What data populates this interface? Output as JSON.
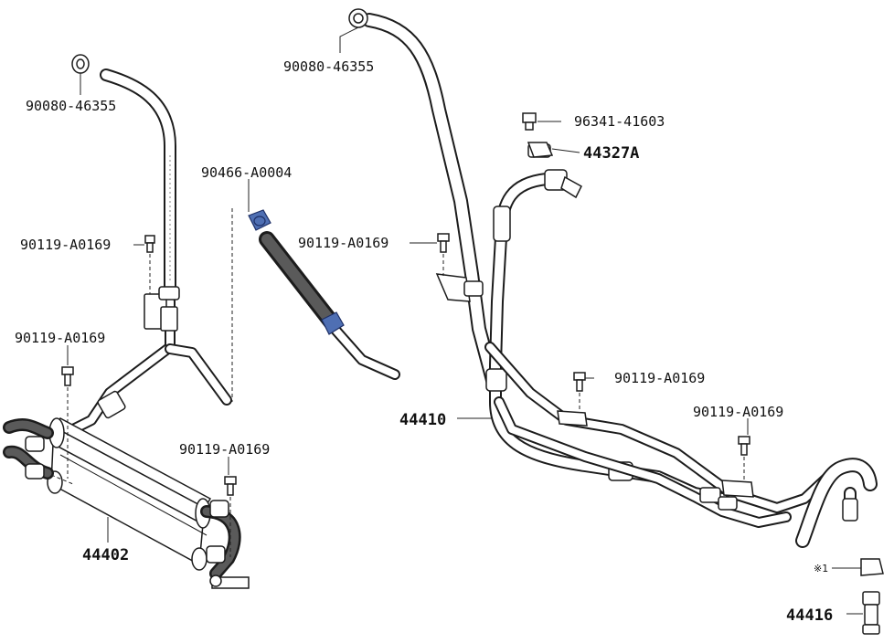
{
  "callouts": {
    "clamp_left": "90080-46355",
    "clamp_top": "90080-46355",
    "clip": "90466-A0004",
    "bolt_left_upper": "90119-A0169",
    "bolt_left_lower": "90119-A0169",
    "bolt_cooler": "90119-A0169",
    "bolt_center": "90119-A0169",
    "bolt_right_1": "90119-A0169",
    "bolt_right_2": "90119-A0169",
    "bolt_top": "96341-41603",
    "bracket": "44327A",
    "cooler_assy": "44402",
    "tube_assy": "44410",
    "union": "44416",
    "note_mark": "※1"
  },
  "colors": {
    "line": "#1c1c1c",
    "highlight_clip": "#4f6fb3",
    "background": "#ffffff"
  }
}
